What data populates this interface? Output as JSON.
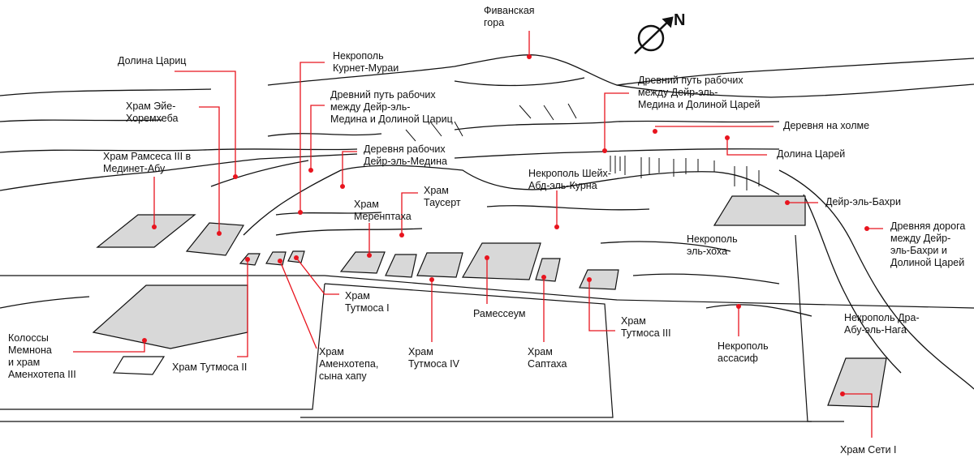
{
  "compass": {
    "north_label": "N"
  },
  "colors": {
    "leader": "#e8141e",
    "ink": "#111111"
  },
  "labels": {
    "thebes_mountain": "Фиванская\nгора",
    "valley_queens": "Долина Цариц",
    "qurnet_murai": "Некрополь\nКурнет-Мураи",
    "ay_horemheb": "Храм Эйе-\nХоремхеба",
    "path_queens": "Древний путь рабочих\nмежду Дейр-эль-\nМедина и Долиной Цариц",
    "deir_medina": "Деревня рабочих\nДейр-эль-Медина",
    "ramesses3": "Храм Рамсеса III в\nМединет-Абу",
    "path_kings": "Древний путь рабочих\nмежду Дейр-эль-\nМедина и Долиной Царей",
    "hill_village": "Деревня на холме",
    "valley_kings": "Долина Царей",
    "sheikh_abd": "Некрополь Шейх-\nАбд-эль-Курна",
    "tausert": "Храм\nТаусерт",
    "merenptah": "Храм\nМеренптаха",
    "deir_bahri": "Дейр-эль-Бахри",
    "bahri_road": "Древняя дорога\nмежду Дейр-\nэль-Бахри и\nДолиной Царей",
    "el_khokha": "Некрополь\nэль-хоха",
    "thutmose1": "Храм\nТутмоса I",
    "ramesseum": "Рамессеум",
    "thutmose3": "Храм\nТутмоса III",
    "asasif": "Некрополь\nассасиф",
    "amenhotep_hapu": "Храм\nАменхотепа,\nсына хапу",
    "thutmose4": "Храм\nТутмоса IV",
    "siptah": "Храм\nСаптаха",
    "memnon": "Колоссы\nМемнона\nи храм\nАменхотепа III",
    "thutmose2": "Храм Тутмоса II",
    "dra_abu": "Некрополь Дра-\nАбу-эль-Нага",
    "seti1": "Храм Сети I"
  }
}
